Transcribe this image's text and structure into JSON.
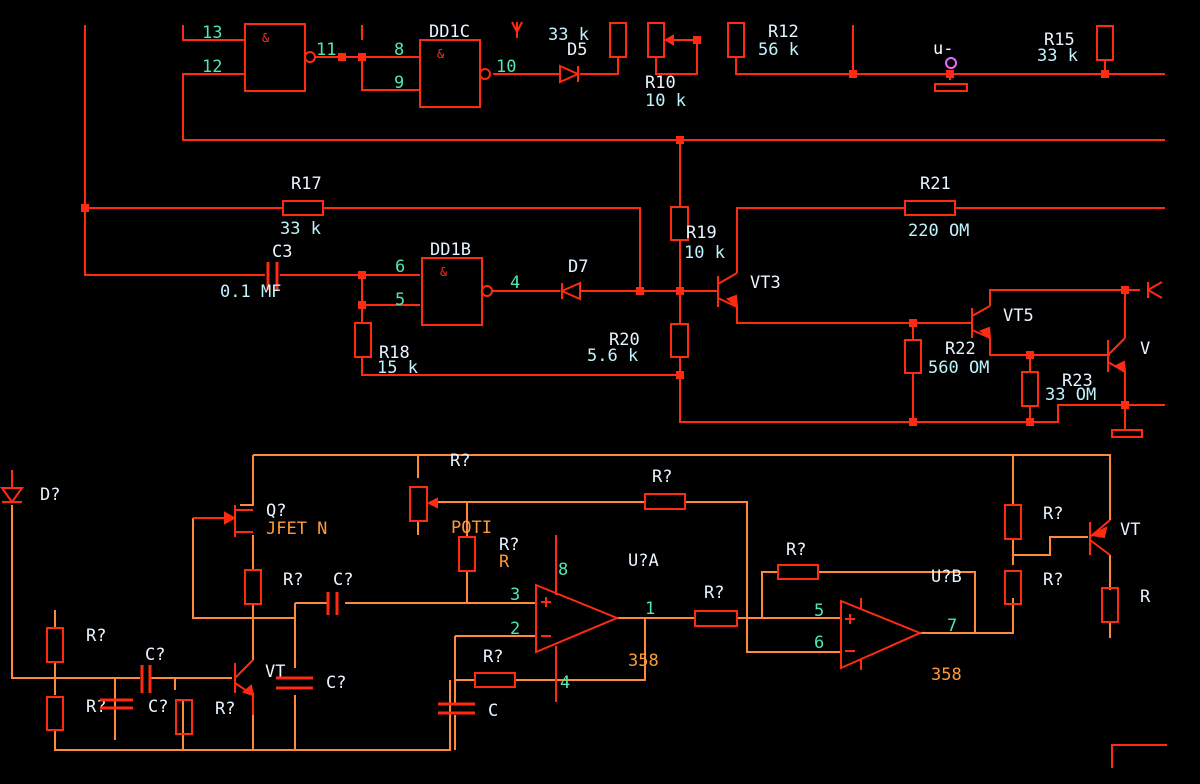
{
  "schematic": {
    "top": {
      "gate_dd1c": {
        "ref": "DD1C",
        "symbol": "&",
        "pins": [
          "13",
          "12",
          "11",
          "8",
          "9",
          "10"
        ]
      },
      "d5": {
        "ref": "D5"
      },
      "r_33k": {
        "value": "33 k"
      },
      "r10": {
        "ref": "R10",
        "value": "10 k"
      },
      "r12": {
        "ref": "R12",
        "value": "56 k"
      },
      "r15": {
        "ref": "R15",
        "value": "33 k"
      },
      "u_minus": {
        "label": "u-"
      }
    },
    "middle": {
      "r17": {
        "ref": "R17",
        "value": "33 k"
      },
      "c3": {
        "ref": "C3",
        "value": "0.1 MF"
      },
      "gate_dd1b": {
        "ref": "DD1B",
        "symbol": "&",
        "pins": [
          "6",
          "5",
          "4"
        ]
      },
      "d7": {
        "ref": "D7"
      },
      "r18": {
        "ref": "R18",
        "value": "15 k"
      },
      "r19": {
        "ref": "R19",
        "value": "10 k"
      },
      "r20": {
        "ref": "R20",
        "value": "5.6 k"
      },
      "r21": {
        "ref": "R21",
        "value": "220 OM"
      },
      "vt3": {
        "ref": "VT3"
      },
      "vt5": {
        "ref": "VT5"
      },
      "r22": {
        "ref": "R22",
        "value": "560 OM"
      },
      "r23": {
        "ref": "R23",
        "value": "33 OM"
      },
      "v_partial": {
        "ref": "V"
      }
    },
    "bottom": {
      "d_unknown": {
        "ref": "D?"
      },
      "q_jfet": {
        "ref": "Q?",
        "type": "JFET N"
      },
      "poti": {
        "ref": "R?",
        "type": "POTI"
      },
      "r_feedback": {
        "ref": "R?"
      },
      "r_poti_series": {
        "ref": "R?",
        "type": "R"
      },
      "u_a": {
        "ref": "U?A",
        "part": "358",
        "pins": [
          "3",
          "2",
          "8",
          "4",
          "1"
        ]
      },
      "u_b": {
        "ref": "U?B",
        "part": "358",
        "pins": [
          "5",
          "6",
          "7"
        ]
      },
      "r_out_a": {
        "ref": "R?"
      },
      "r_fb_b": {
        "ref": "R?"
      },
      "r_div_top": {
        "ref": "R?"
      },
      "r_div_bot": {
        "ref": "R?"
      },
      "vt_out": {
        "ref": "VT"
      },
      "r_emitter": {
        "ref": "R"
      },
      "r_jfet_source": {
        "ref": "R?"
      },
      "c_coupling": {
        "ref": "C?"
      },
      "r_left_top": {
        "ref": "R?"
      },
      "r_left_bot": {
        "ref": "R?"
      },
      "c_input": {
        "ref": "C?"
      },
      "c_input2": {
        "ref": "C?"
      },
      "r_base": {
        "ref": "R?"
      },
      "vt_amp": {
        "ref": "VT"
      },
      "c_vt": {
        "ref": "C?"
      },
      "r_neg_fb": {
        "ref": "R?"
      },
      "c_neg_fb": {
        "ref": "C"
      }
    }
  }
}
